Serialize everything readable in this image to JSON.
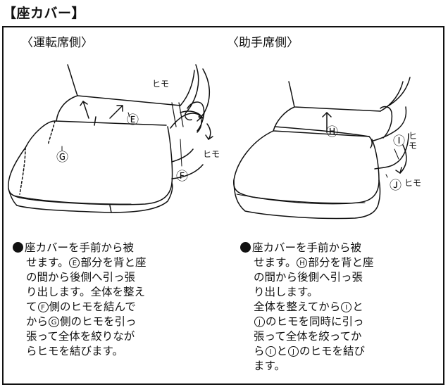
{
  "title": "【座カバー】",
  "driver": {
    "heading": "〈運転席側〉",
    "callouts": {
      "E": "Ⓔ",
      "G": "Ⓖ",
      "F": "Ⓕ",
      "himo_top": "ヒモ",
      "himo_right": "ヒモ"
    },
    "instructions": [
      {
        "id": "d1",
        "bullet": true,
        "parts": [
          {
            "t": "座カバーを手前から被"
          }
        ]
      },
      {
        "id": "d2",
        "parts": [
          {
            "t": "せます。"
          },
          {
            "c": "E"
          },
          {
            "t": "部分を背と座"
          }
        ]
      },
      {
        "id": "d3",
        "parts": [
          {
            "t": "の間から後側へ引っ張"
          }
        ]
      },
      {
        "id": "d4",
        "parts": [
          {
            "t": "り出します。全体を整え"
          }
        ]
      },
      {
        "id": "d5",
        "parts": [
          {
            "t": "て"
          },
          {
            "c": "F"
          },
          {
            "t": "側のヒモを結んで"
          }
        ]
      },
      {
        "id": "d6",
        "parts": [
          {
            "t": "から"
          },
          {
            "c": "G"
          },
          {
            "t": "側のヒモを引っ"
          }
        ]
      },
      {
        "id": "d7",
        "parts": [
          {
            "t": "張って全体を絞りなが"
          }
        ]
      },
      {
        "id": "d8",
        "parts": [
          {
            "t": "らヒモを結びます。"
          }
        ]
      }
    ]
  },
  "passenger": {
    "heading": "〈助手席側〉",
    "callouts": {
      "H": "Ⓗ",
      "I": "Ⓘ",
      "J": "Ⓙ",
      "himo_i": "ヒモ",
      "himo_j": "ヒモ"
    },
    "instructions": [
      {
        "id": "p1",
        "bullet": true,
        "parts": [
          {
            "t": "座カバーを手前から被"
          }
        ]
      },
      {
        "id": "p2",
        "parts": [
          {
            "t": "せます。"
          },
          {
            "c": "H"
          },
          {
            "t": "部分を背と座"
          }
        ]
      },
      {
        "id": "p3",
        "parts": [
          {
            "t": "の間から後側へ引っ張"
          }
        ]
      },
      {
        "id": "p4",
        "parts": [
          {
            "t": "り出します。"
          }
        ]
      },
      {
        "id": "p5",
        "parts": [
          {
            "t": "全体を整えてから"
          },
          {
            "c": "I"
          },
          {
            "t": "と"
          }
        ]
      },
      {
        "id": "p6",
        "parts": [
          {
            "c": "J"
          },
          {
            "t": "のヒモを同時に引っ"
          }
        ]
      },
      {
        "id": "p7",
        "parts": [
          {
            "t": "張って全体を絞ってか"
          }
        ]
      },
      {
        "id": "p8",
        "parts": [
          {
            "t": "ら"
          },
          {
            "c": "I"
          },
          {
            "t": "と"
          },
          {
            "c": "J"
          },
          {
            "t": "のヒモを結び"
          }
        ]
      },
      {
        "id": "p9",
        "parts": [
          {
            "t": "ます。"
          }
        ]
      }
    ]
  }
}
